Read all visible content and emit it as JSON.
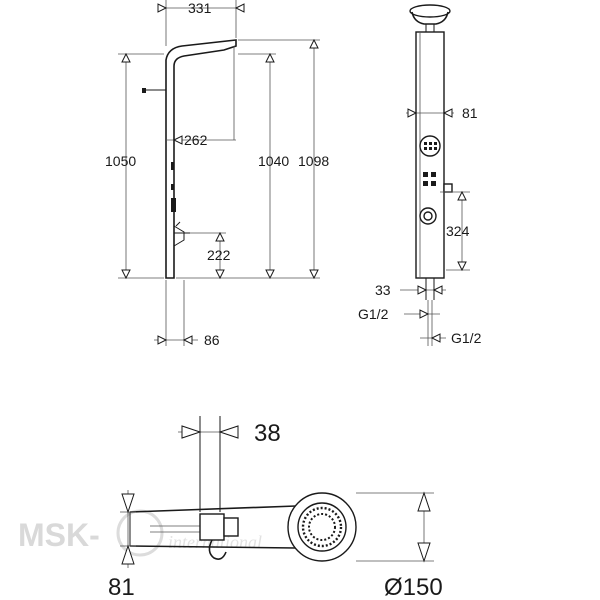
{
  "dimensions": {
    "d331": "331",
    "d262": "262",
    "d1050": "1050",
    "d1040": "1040",
    "d1098": "1098",
    "d222": "222",
    "d86": "86",
    "d81_side": "81",
    "d324": "324",
    "d33": "33",
    "g12_a": "G1/2",
    "g12_b": "G1/2",
    "d38": "38",
    "d81_plan": "81",
    "d150": "Ø150"
  },
  "watermark": {
    "brand": "MSK-",
    "sub": "international"
  }
}
